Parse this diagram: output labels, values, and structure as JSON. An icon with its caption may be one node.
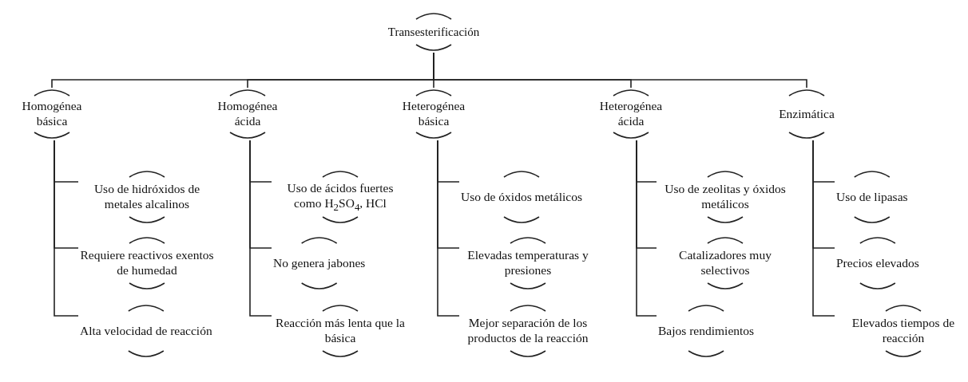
{
  "diagram": {
    "nodes": [
      {
        "text": [
          "Transesterificación"
        ]
      },
      {
        "text": [
          "Homogénea básica"
        ]
      },
      {
        "text": [
          "Homogénea ácida"
        ]
      },
      {
        "text": [
          "Heterogénea básica"
        ]
      },
      {
        "text": [
          "Heterogénea ácida"
        ]
      },
      {
        "text": [
          "Enzimática"
        ]
      },
      {
        "text": [
          "Uso de hidróxidos de metales alcalinos"
        ]
      },
      {
        "text": [
          "Requiere reactivos exentos de humedad"
        ]
      },
      {
        "text": [
          "Alta velocidad de reacción"
        ]
      },
      {
        "text": [
          "Uso de ácidos fuertes como H$_{2}$SO$_{4}$, HCl"
        ]
      },
      {
        "text": [
          "No genera jabones"
        ]
      },
      {
        "text": [
          "Reacción más lenta que la básica"
        ]
      },
      {
        "text": [
          "Uso de óxidos metálicos"
        ]
      },
      {
        "text": [
          "Elevadas temperaturas y presiones"
        ]
      },
      {
        "text": [
          "Mejor separación de los productos de la reacción"
        ]
      },
      {
        "text": [
          "Uso de zeolitas y óxidos metálicos"
        ]
      },
      {
        "text": [
          "Catalizadores muy selectivos"
        ]
      },
      {
        "text": [
          "Bajos rendimientos"
        ]
      },
      {
        "text": [
          "Uso de lipasas"
        ]
      },
      {
        "text": [
          "Precios elevados"
        ]
      },
      {
        "text": [
          "Elevados tiempos de reacción"
        ]
      }
    ],
    "edges": [
      {
        "from": 0,
        "to": 1,
        "arrow": "none"
      },
      {
        "from": 0,
        "to": 2,
        "arrow": "none"
      },
      {
        "from": 0,
        "to": 3,
        "arrow": "none"
      },
      {
        "from": 0,
        "to": 4,
        "arrow": "none"
      },
      {
        "from": 0,
        "to": 5,
        "arrow": "none"
      },
      {
        "from": 1,
        "to": 6,
        "arrow": "none"
      },
      {
        "from": 1,
        "to": 7,
        "arrow": "none"
      },
      {
        "from": 1,
        "to": 8,
        "arrow": "none"
      },
      {
        "from": 2,
        "to": 9,
        "arrow": "none"
      },
      {
        "from": 2,
        "to": 10,
        "arrow": "none"
      },
      {
        "from": 2,
        "to": 11,
        "arrow": "none"
      },
      {
        "from": 3,
        "to": 12,
        "arrow": "none"
      },
      {
        "from": 3,
        "to": 13,
        "arrow": "none"
      },
      {
        "from": 3,
        "to": 14,
        "arrow": "none"
      },
      {
        "from": 4,
        "to": 15,
        "arrow": "none"
      },
      {
        "from": 4,
        "to": 16,
        "arrow": "none"
      },
      {
        "from": 4,
        "to": 17,
        "arrow": "none"
      },
      {
        "from": 5,
        "to": 18,
        "arrow": "none"
      },
      {
        "from": 5,
        "to": 19,
        "arrow": "none"
      },
      {
        "from": 5,
        "to": 20,
        "arrow": "none"
      }
    ]
  }
}
